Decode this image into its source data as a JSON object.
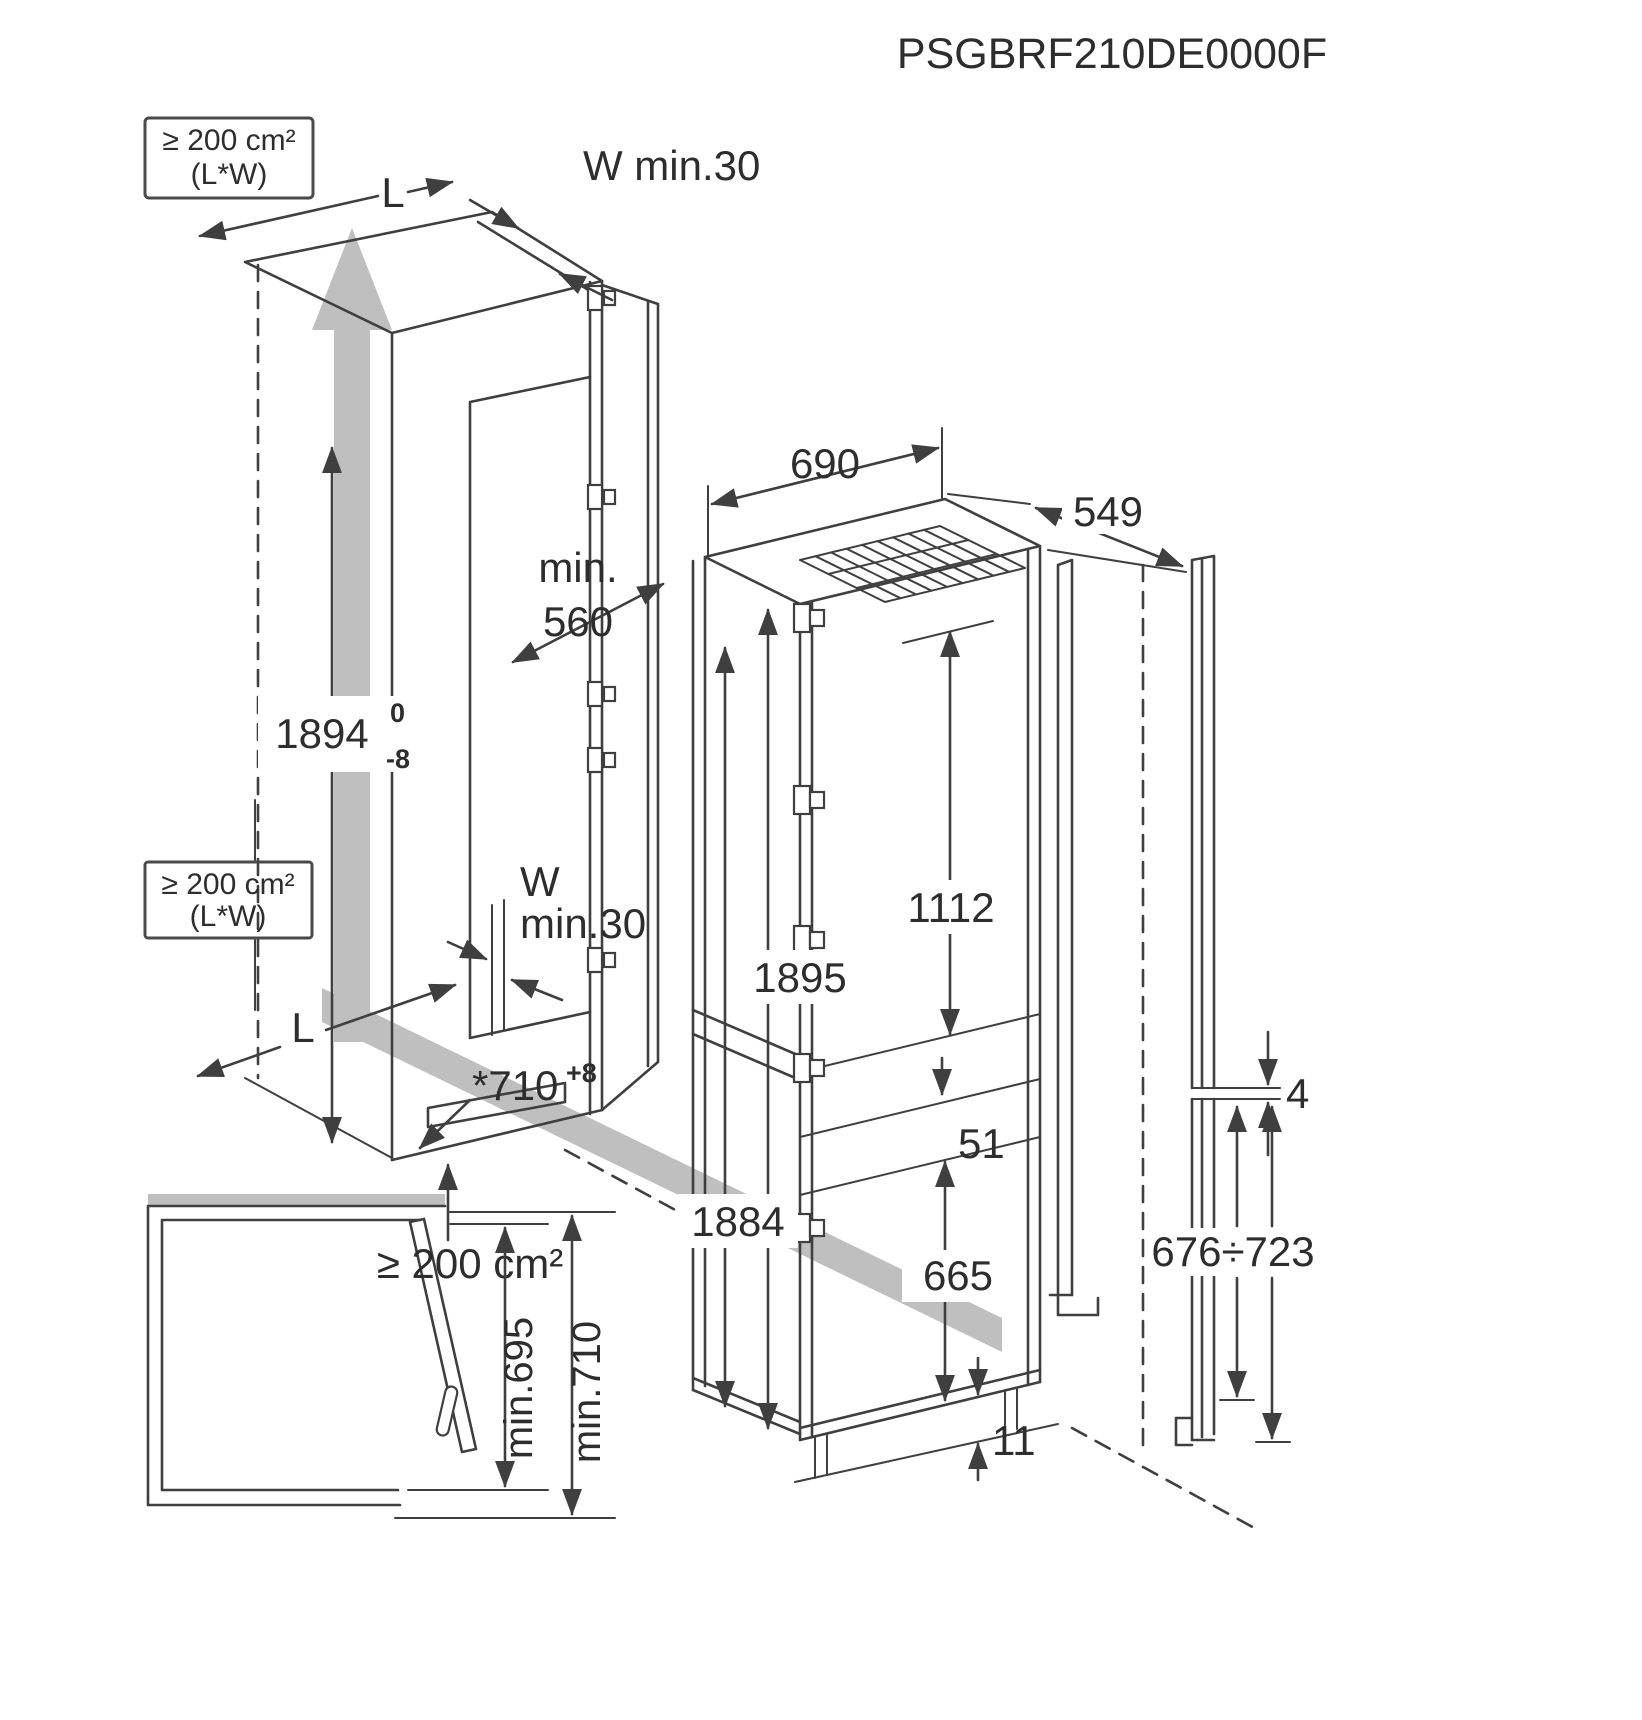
{
  "title": "PSGBRF210DE0000F",
  "colors": {
    "line": "#3f3f3f",
    "gray_airflow": "#bfbfbf",
    "text": "#2d2d2d",
    "background": "#ffffff"
  },
  "labels": {
    "vent_top_box_line1": "≥ 200 cm²",
    "vent_top_box_line2": "(L*W)",
    "vent_left_box_line1": "≥ 200 cm²",
    "vent_left_box_line2": "(L*W)",
    "vent_bottom": "≥ 200 cm²",
    "length_top": "L",
    "length_bottom": "L",
    "wall_top_thickness": "W min.30",
    "wall_mid_thickness_line1": "W",
    "wall_mid_thickness_line2": "min.30",
    "niche_depth_line1": "min.",
    "niche_depth_line2": "560",
    "niche_height": "1894",
    "niche_height_tol_upper": "0",
    "niche_height_tol_lower": "-8",
    "niche_width": "*710",
    "niche_width_tol": "+8",
    "appliance_width": "690",
    "appliance_depth": "549",
    "appliance_height": "1895",
    "upper_door_height": "1112",
    "appliance_height_alt": "1884",
    "hinge_gap": "51",
    "lower_door_height": "665",
    "bottom_gap": "11",
    "panel_gap": "4",
    "panel_height_range": "676÷723",
    "opening_min_inner": "min.695",
    "opening_min_outer": "min.710"
  }
}
